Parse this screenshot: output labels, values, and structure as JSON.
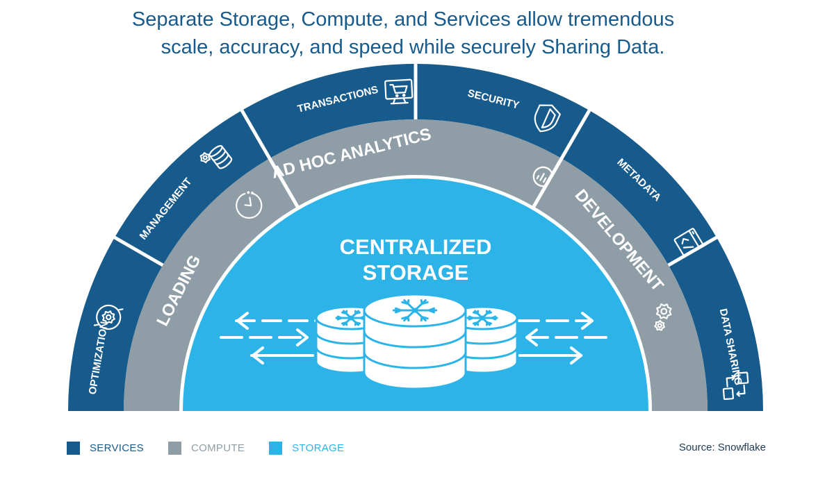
{
  "title": {
    "line1": "Separate Storage, Compute, and Services allow tremendous",
    "line2": "scale, accuracy, and speed while securely Sharing Data."
  },
  "colors": {
    "services": "#175a8c",
    "compute": "#8f9ea6",
    "storage": "#2cb4e8",
    "title": "#175a8c"
  },
  "services": [
    {
      "label": "OPTIMIZATION",
      "icon": "gear-cycle-icon"
    },
    {
      "label": "MANAGEMENT",
      "icon": "database-gear-icon"
    },
    {
      "label": "TRANSACTIONS",
      "icon": "shopping-cart-monitor-icon"
    },
    {
      "label": "SECURITY",
      "icon": "shield-icon"
    },
    {
      "label": "METADATA",
      "icon": "code-window-icon"
    },
    {
      "label": "DATA SHARING",
      "icon": "share-arrows-icon"
    }
  ],
  "compute": [
    {
      "label": "LOADING",
      "icon": "timer-icon"
    },
    {
      "label": "AD HOC ANALYTICS",
      "icon": "magnifier-chart-icon"
    },
    {
      "label": "DEVELOPMENT",
      "icon": "gears-icon"
    }
  ],
  "storage": {
    "line1": "CENTRALIZED",
    "line2": "STORAGE",
    "icon": "snowflake-database-icon"
  },
  "legend": [
    {
      "label": "SERVICES",
      "color": "#175a8c"
    },
    {
      "label": "COMPUTE",
      "color": "#8f9ea6"
    },
    {
      "label": "STORAGE",
      "color": "#2cb4e8"
    }
  ],
  "source": "Source: Snowflake"
}
